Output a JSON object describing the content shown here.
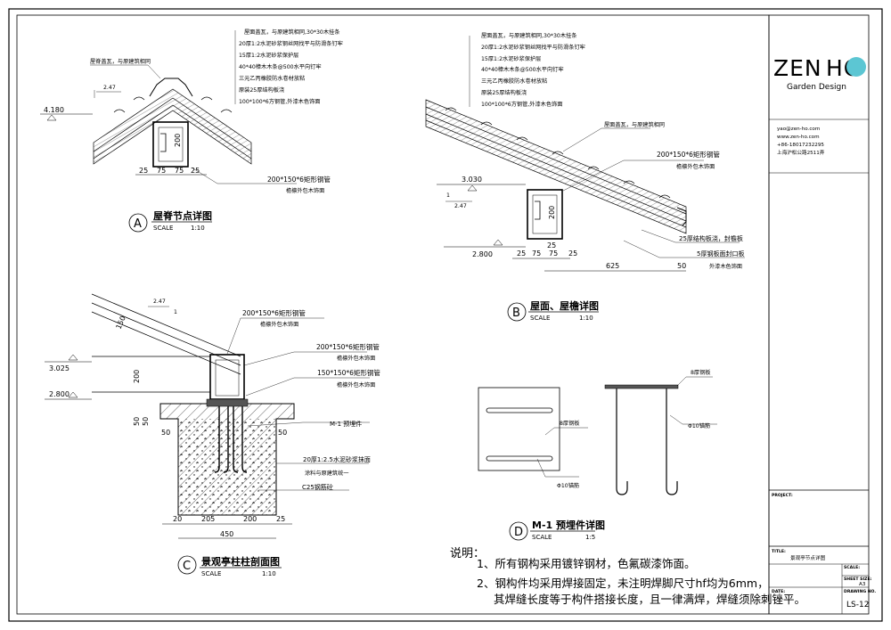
{
  "title_block": {
    "brand_zen": "ZEN",
    "brand_ho": "HO",
    "brand_sub": "Garden Design",
    "email": "yao@zen-ho.com",
    "website": "www.zen-ho.com",
    "phone": "+86-18017232295",
    "address": "上海沪松公路2511弄",
    "project_label": "PROJECT:",
    "title_label": "TITLE:",
    "title_value": "景观亭节点详图",
    "scale_label": "SCALE:",
    "sheet_size_label": "SHEET SIZE:",
    "sheet_size_value": "A3",
    "date_label": "DATE:",
    "drawing_no_label": "DRAWING NO.",
    "drawing_no": "LS-12"
  },
  "details": {
    "a": {
      "letter": "A",
      "title": "屋脊节点详图",
      "scale_label": "SCALE",
      "scale": "1:10",
      "layers": [
        "屋面盖瓦，与原建筑相同,30*30木挂条",
        "20厚1:2水泥砂浆钢丝网找平与防滑条钉牢",
        "15厚1:2水泥砂浆保护层",
        "40*40樟木木条@500水平向钉牢",
        "三元乙丙橡胶防水卷材放粘",
        "原装25厚结构板浇",
        "100*100*6方钢管,外漆木色饰面"
      ],
      "ridge_note": "屋脊盖瓦，与原建筑相同",
      "slope": "2.47",
      "elevation": "4.180",
      "tube_note_1": "200*150*6矩形钢管",
      "tube_note_2": "檐檩外包木饰面",
      "dim_200": "200",
      "dim_left": "25",
      "dim_m1": "75",
      "dim_m2": "75",
      "dim_right": "25"
    },
    "b": {
      "letter": "B",
      "title": "屋面、屋檐详图",
      "scale_label": "SCALE",
      "scale": "1:10",
      "layers": [
        "屋面盖瓦，与原建筑相同,30*30木挂条",
        "20厚1:2水泥砂浆钢丝网找平与防滑条钉牢",
        "15厚1:2水泥砂浆保护层",
        "40*40樟木木条@500水平向钉牢",
        "三元乙丙橡胶防水卷材放粘",
        "原装25厚结构板浇",
        "100*100*6方钢管,外漆木色饰面"
      ],
      "eave_tile_note": "屋面盖瓦，与原建筑相同",
      "tube_note_1": "200*150*6矩形钢管",
      "tube_note_2": "檐檩外包木饰面",
      "board_note": "25厚结构板浇，封檐板",
      "fascia_note_1": "5厚钢板面封口板",
      "fascia_note_2": "外漆木色饰面",
      "elev_1": "3.030",
      "elev_2": "2.800",
      "slope": "2.47",
      "slope_1": "1",
      "dim_200": "200",
      "dim_25a": "25",
      "dim_75a": "75",
      "dim_75b": "75",
      "dim_25b": "25",
      "dim_625": "625",
      "dim_50": "50",
      "dim_top25": "25"
    },
    "c": {
      "letter": "C",
      "title": "景观亭柱柱剖面图",
      "scale_label": "SCALE",
      "scale": "1:10",
      "beam_note_1": "200*150*6矩形钢管",
      "beam_note_2": "檐檩外包木饰面",
      "col_note_1": "200*150*6矩形钢管",
      "col_note_2": "檐檩外包木饰面",
      "tube_note_1": "150*150*6矩形钢管",
      "tube_note_2": "檐檩外包木饰面",
      "embed_note": "M-1 预埋件",
      "mortar_note_1": "20厚1:2.5水泥砂浆抹面",
      "mortar_note_2": "涂料与原建筑统一",
      "concrete_note": "C25钢筋砼",
      "slope": "2.47",
      "slope_1": "1",
      "dim_150": "150",
      "dim_200v": "200",
      "elev_1": "3.025",
      "elev_2": "2.800",
      "dim_50a": "50",
      "dim_50b": "50",
      "dim_50c": "50",
      "dim_50d": "50",
      "dim_20": "20",
      "dim_205": "205",
      "dim_200": "200",
      "dim_25": "25",
      "dim_450": "450"
    },
    "d": {
      "letter": "D",
      "title": "M-1 预埋件详图",
      "scale_label": "SCALE",
      "scale": "1:5",
      "plate_note": "8厚钢板",
      "plate_note_2": "8厚钢板",
      "bar_note": "Φ10锚筋",
      "bar_note_2": "Φ10锚筋"
    }
  },
  "notes": {
    "heading": "说明：",
    "line1": "1、所有钢构采用镀锌钢材，色氟碳漆饰面。",
    "line2": "2、钢构件均采用焊接固定，未注明焊脚尺寸hf均为6mm，",
    "line3": "其焊缝长度等于构件搭接长度，且一律满焊，焊缝须除刺锉平。"
  },
  "colors": {
    "ink": "#000000",
    "accent": "#5cc6d3",
    "fill_hatch": "#555555"
  }
}
